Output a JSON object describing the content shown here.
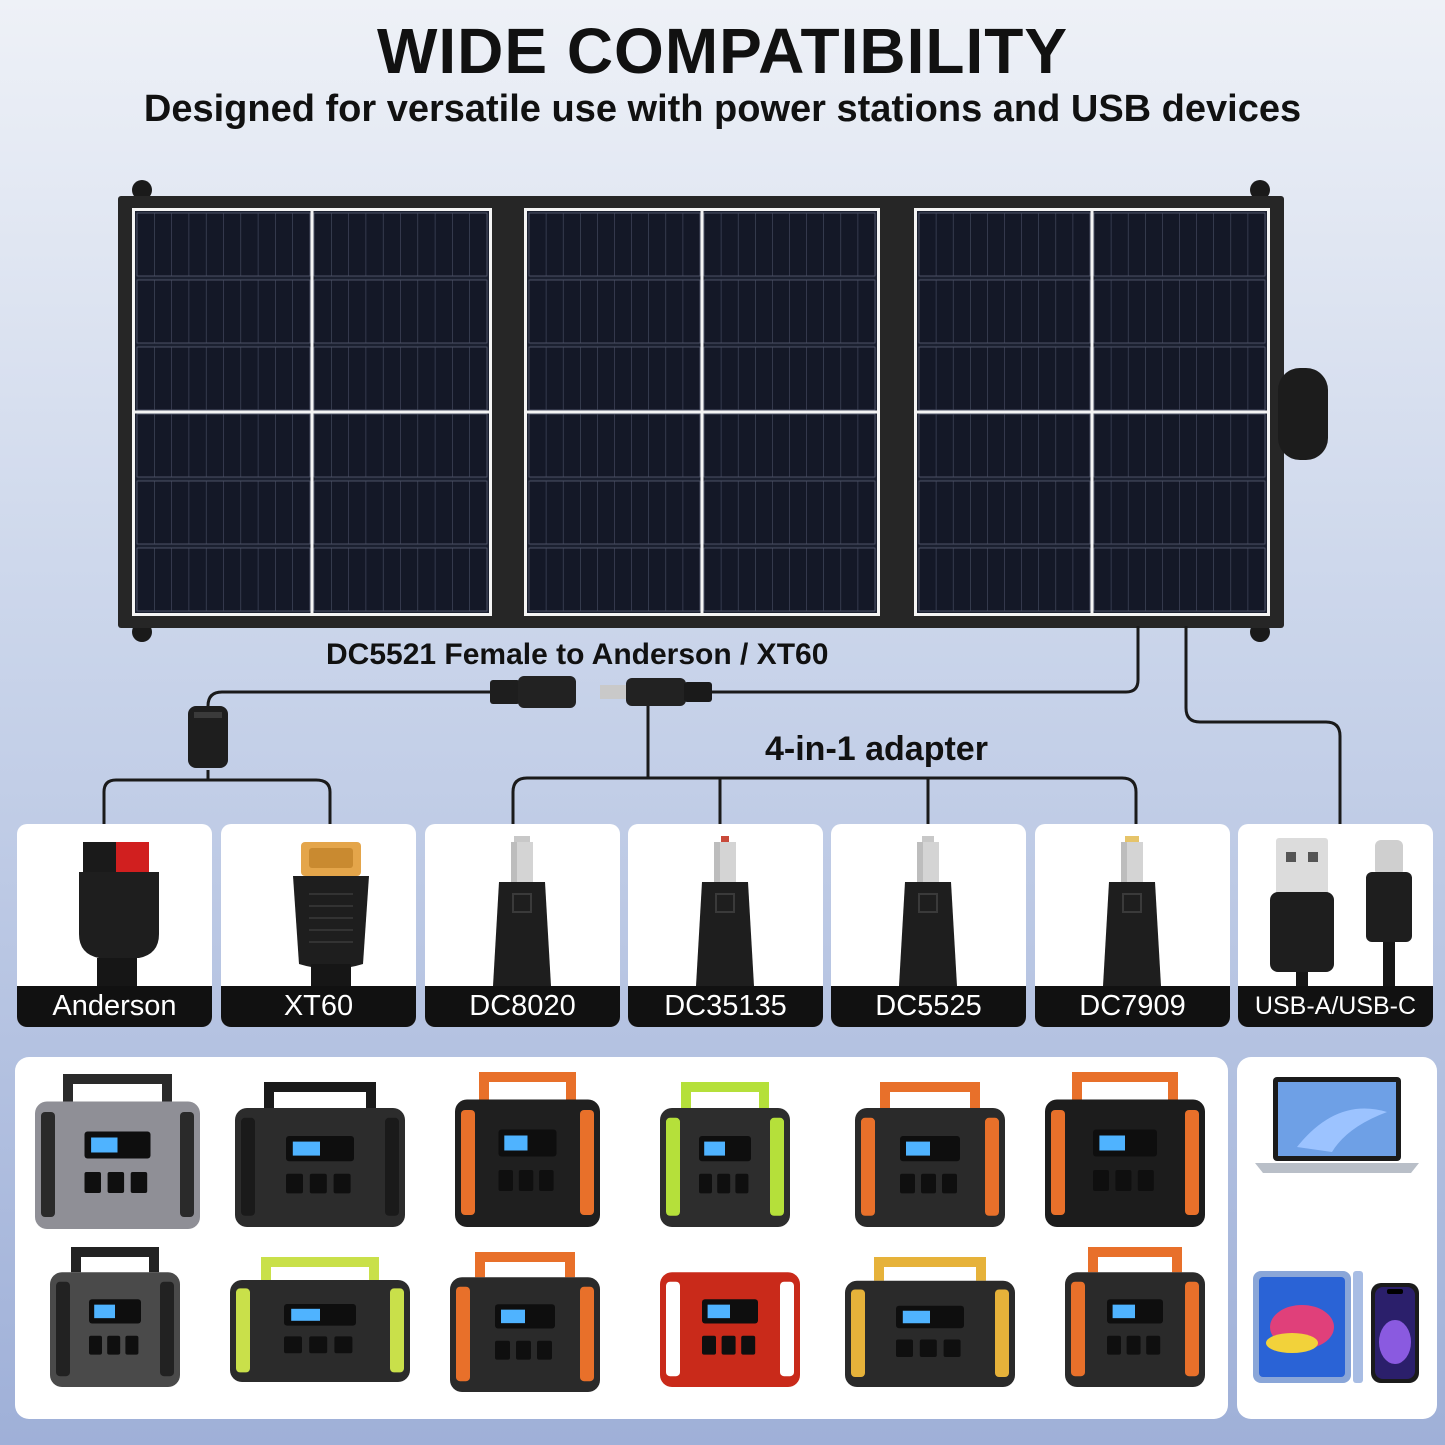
{
  "header": {
    "title": "WIDE COMPATIBILITY",
    "subtitle": "Designed for versatile use with power stations and USB devices"
  },
  "labels": {
    "cable": "DC5521 Female to Anderson / XT60",
    "adapter": "4-in-1 adapter"
  },
  "connectors": [
    {
      "name": "Anderson",
      "icon": "anderson-connector-icon"
    },
    {
      "name": "XT60",
      "icon": "xt60-connector-icon"
    },
    {
      "name": "DC8020",
      "icon": "dc-plug-icon"
    },
    {
      "name": "DC35135",
      "icon": "dc-plug-icon"
    },
    {
      "name": "DC5525",
      "icon": "dc-plug-icon"
    },
    {
      "name": "DC7909",
      "icon": "dc-plug-icon"
    },
    {
      "name": "USB-A/USB-C",
      "icon": "usb-cable-icon"
    }
  ],
  "colors": {
    "panel": "#161a2a",
    "frame": "#2a2a2a",
    "accent_orange": "#e8702a",
    "anderson_red": "#d11f1f"
  }
}
